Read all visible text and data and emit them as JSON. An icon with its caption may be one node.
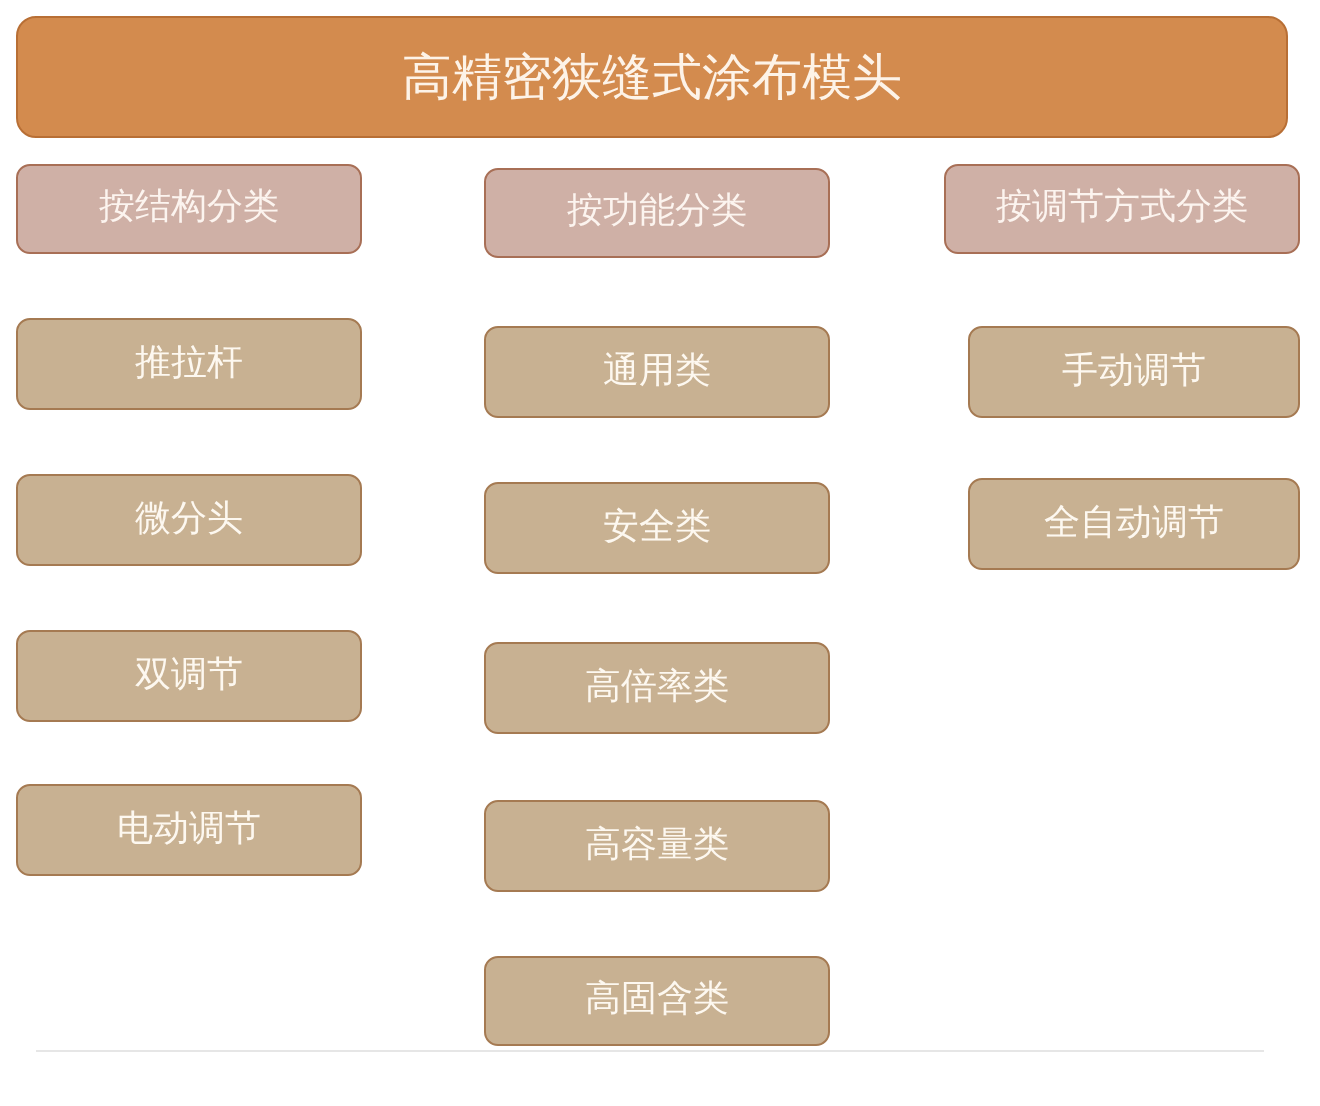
{
  "diagram": {
    "nodes": [
      {
        "text": [
          "高精密狭缝式涂布模头"
        ]
      },
      {
        "text": [
          "按结构分类"
        ]
      },
      {
        "text": [
          "按功能分类"
        ]
      },
      {
        "text": [
          "按调节方式分类"
        ]
      },
      {
        "text": [
          "推拉杆"
        ]
      },
      {
        "text": [
          "通用类"
        ]
      },
      {
        "text": [
          "手动调节"
        ]
      },
      {
        "text": [
          "微分头"
        ]
      },
      {
        "text": [
          "安全类"
        ]
      },
      {
        "text": [
          "全自动调节"
        ]
      },
      {
        "text": [
          "双调节"
        ]
      },
      {
        "text": [
          "高倍率类"
        ]
      },
      {
        "text": [
          "电动调节"
        ]
      },
      {
        "text": [
          "高容量类"
        ]
      },
      {
        "text": [
          "高固含类"
        ]
      }
    ]
  }
}
